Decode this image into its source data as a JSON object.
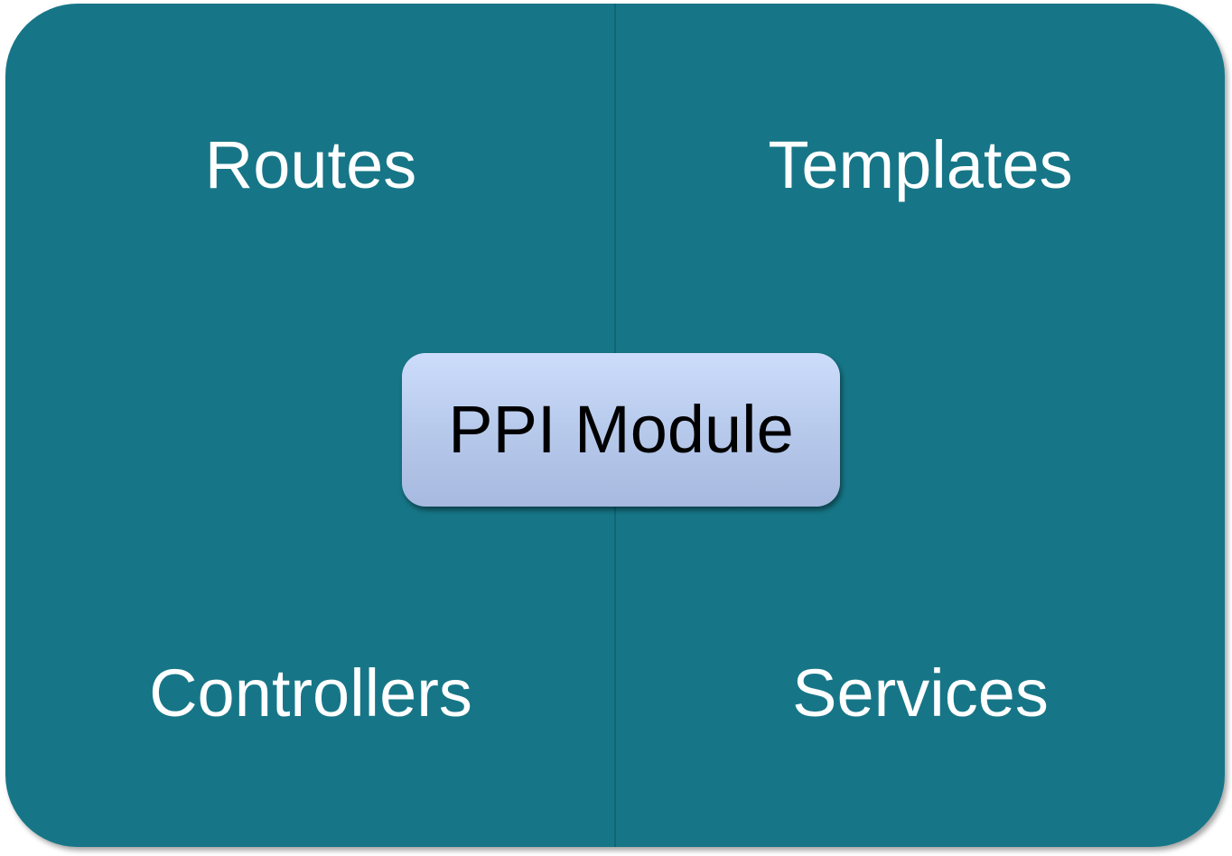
{
  "diagram": {
    "colors": {
      "panel": "#167687",
      "center_box_top": "#cddcfb",
      "center_box_bottom": "#a7b9df",
      "label_text": "#ffffff",
      "center_text": "#000000"
    },
    "quadrants": {
      "top_left": "Routes",
      "top_right": "Templates",
      "bottom_left": "Controllers",
      "bottom_right": "Services"
    },
    "center": "PPI Module"
  }
}
